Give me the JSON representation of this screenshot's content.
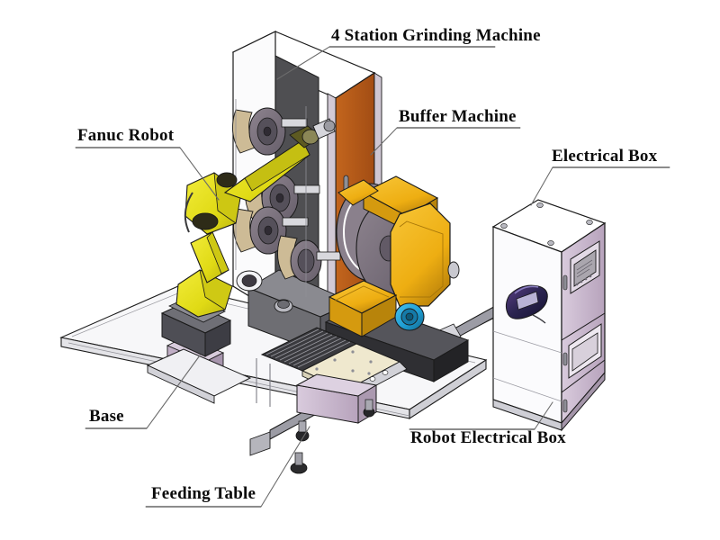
{
  "diagram": {
    "type": "technical-isometric-assembly",
    "background_color": "#ffffff",
    "callouts": [
      {
        "id": "grinder",
        "label": "4 Station Grinding Machine"
      },
      {
        "id": "buffer",
        "label": "Buffer Machine"
      },
      {
        "id": "elecbox",
        "label": "Electrical Box"
      },
      {
        "id": "fanuc",
        "label": "Fanuc Robot"
      },
      {
        "id": "base",
        "label": "Base"
      },
      {
        "id": "robotelec",
        "label": "Robot Electrical Box"
      },
      {
        "id": "feeding",
        "label": "Feeding Table"
      }
    ],
    "colors": {
      "line": "#1a1a1a",
      "leader": "#6b6b6b",
      "robot_yellow": "#e6e11a",
      "robot_yellow_dark": "#b8b314",
      "buffer_yellow": "#f0b41c",
      "buffer_yellow_dark": "#c28e10",
      "grinder_door_orange": "#b35a1a",
      "cabinet_white": "#fcfcfc",
      "cabinet_grey": "#4f4f52",
      "wheel_grey": "#7a7078",
      "lavender": "#c9b7cd",
      "lavender_dark": "#a893ad",
      "motor_blue": "#1f9ed4",
      "motor_blue_dark": "#1577a4",
      "pendant_navy": "#2b2450",
      "plate_cream": "#f0ead0",
      "dark_base": "#2c2c2e",
      "steel_grey": "#b9b9bd"
    }
  }
}
